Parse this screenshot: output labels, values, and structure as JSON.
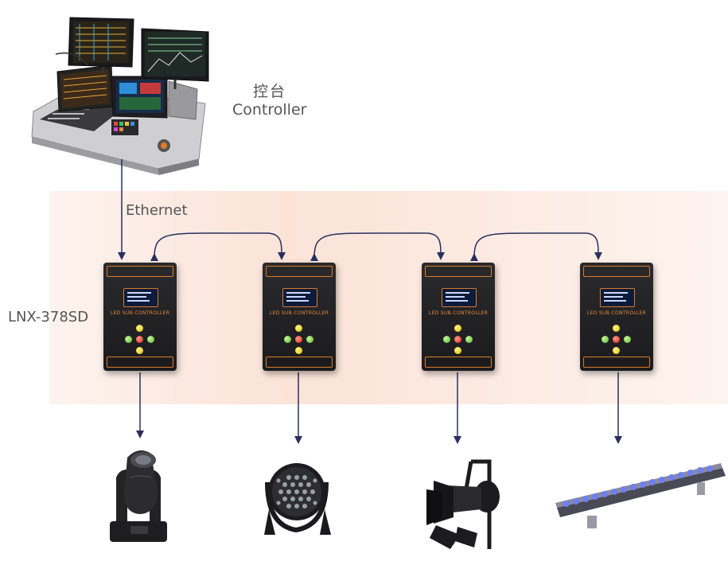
{
  "controller": {
    "label_cn": "控台",
    "label_en": "Controller"
  },
  "link": {
    "ethernet_label": "Ethernet"
  },
  "model": {
    "name": "LNX-378SD"
  },
  "sub_controller": {
    "panel_title": "LED SUB-CONTROLLER"
  },
  "fixtures": [
    {
      "icon": "moving-head-icon"
    },
    {
      "icon": "par-can-icon"
    },
    {
      "icon": "profile-spot-icon"
    },
    {
      "icon": "wall-washer-bar-icon"
    }
  ],
  "colors": {
    "arrow": "#2b2f5e",
    "accent": "#d97a2a",
    "band": "#fbe3d8"
  }
}
